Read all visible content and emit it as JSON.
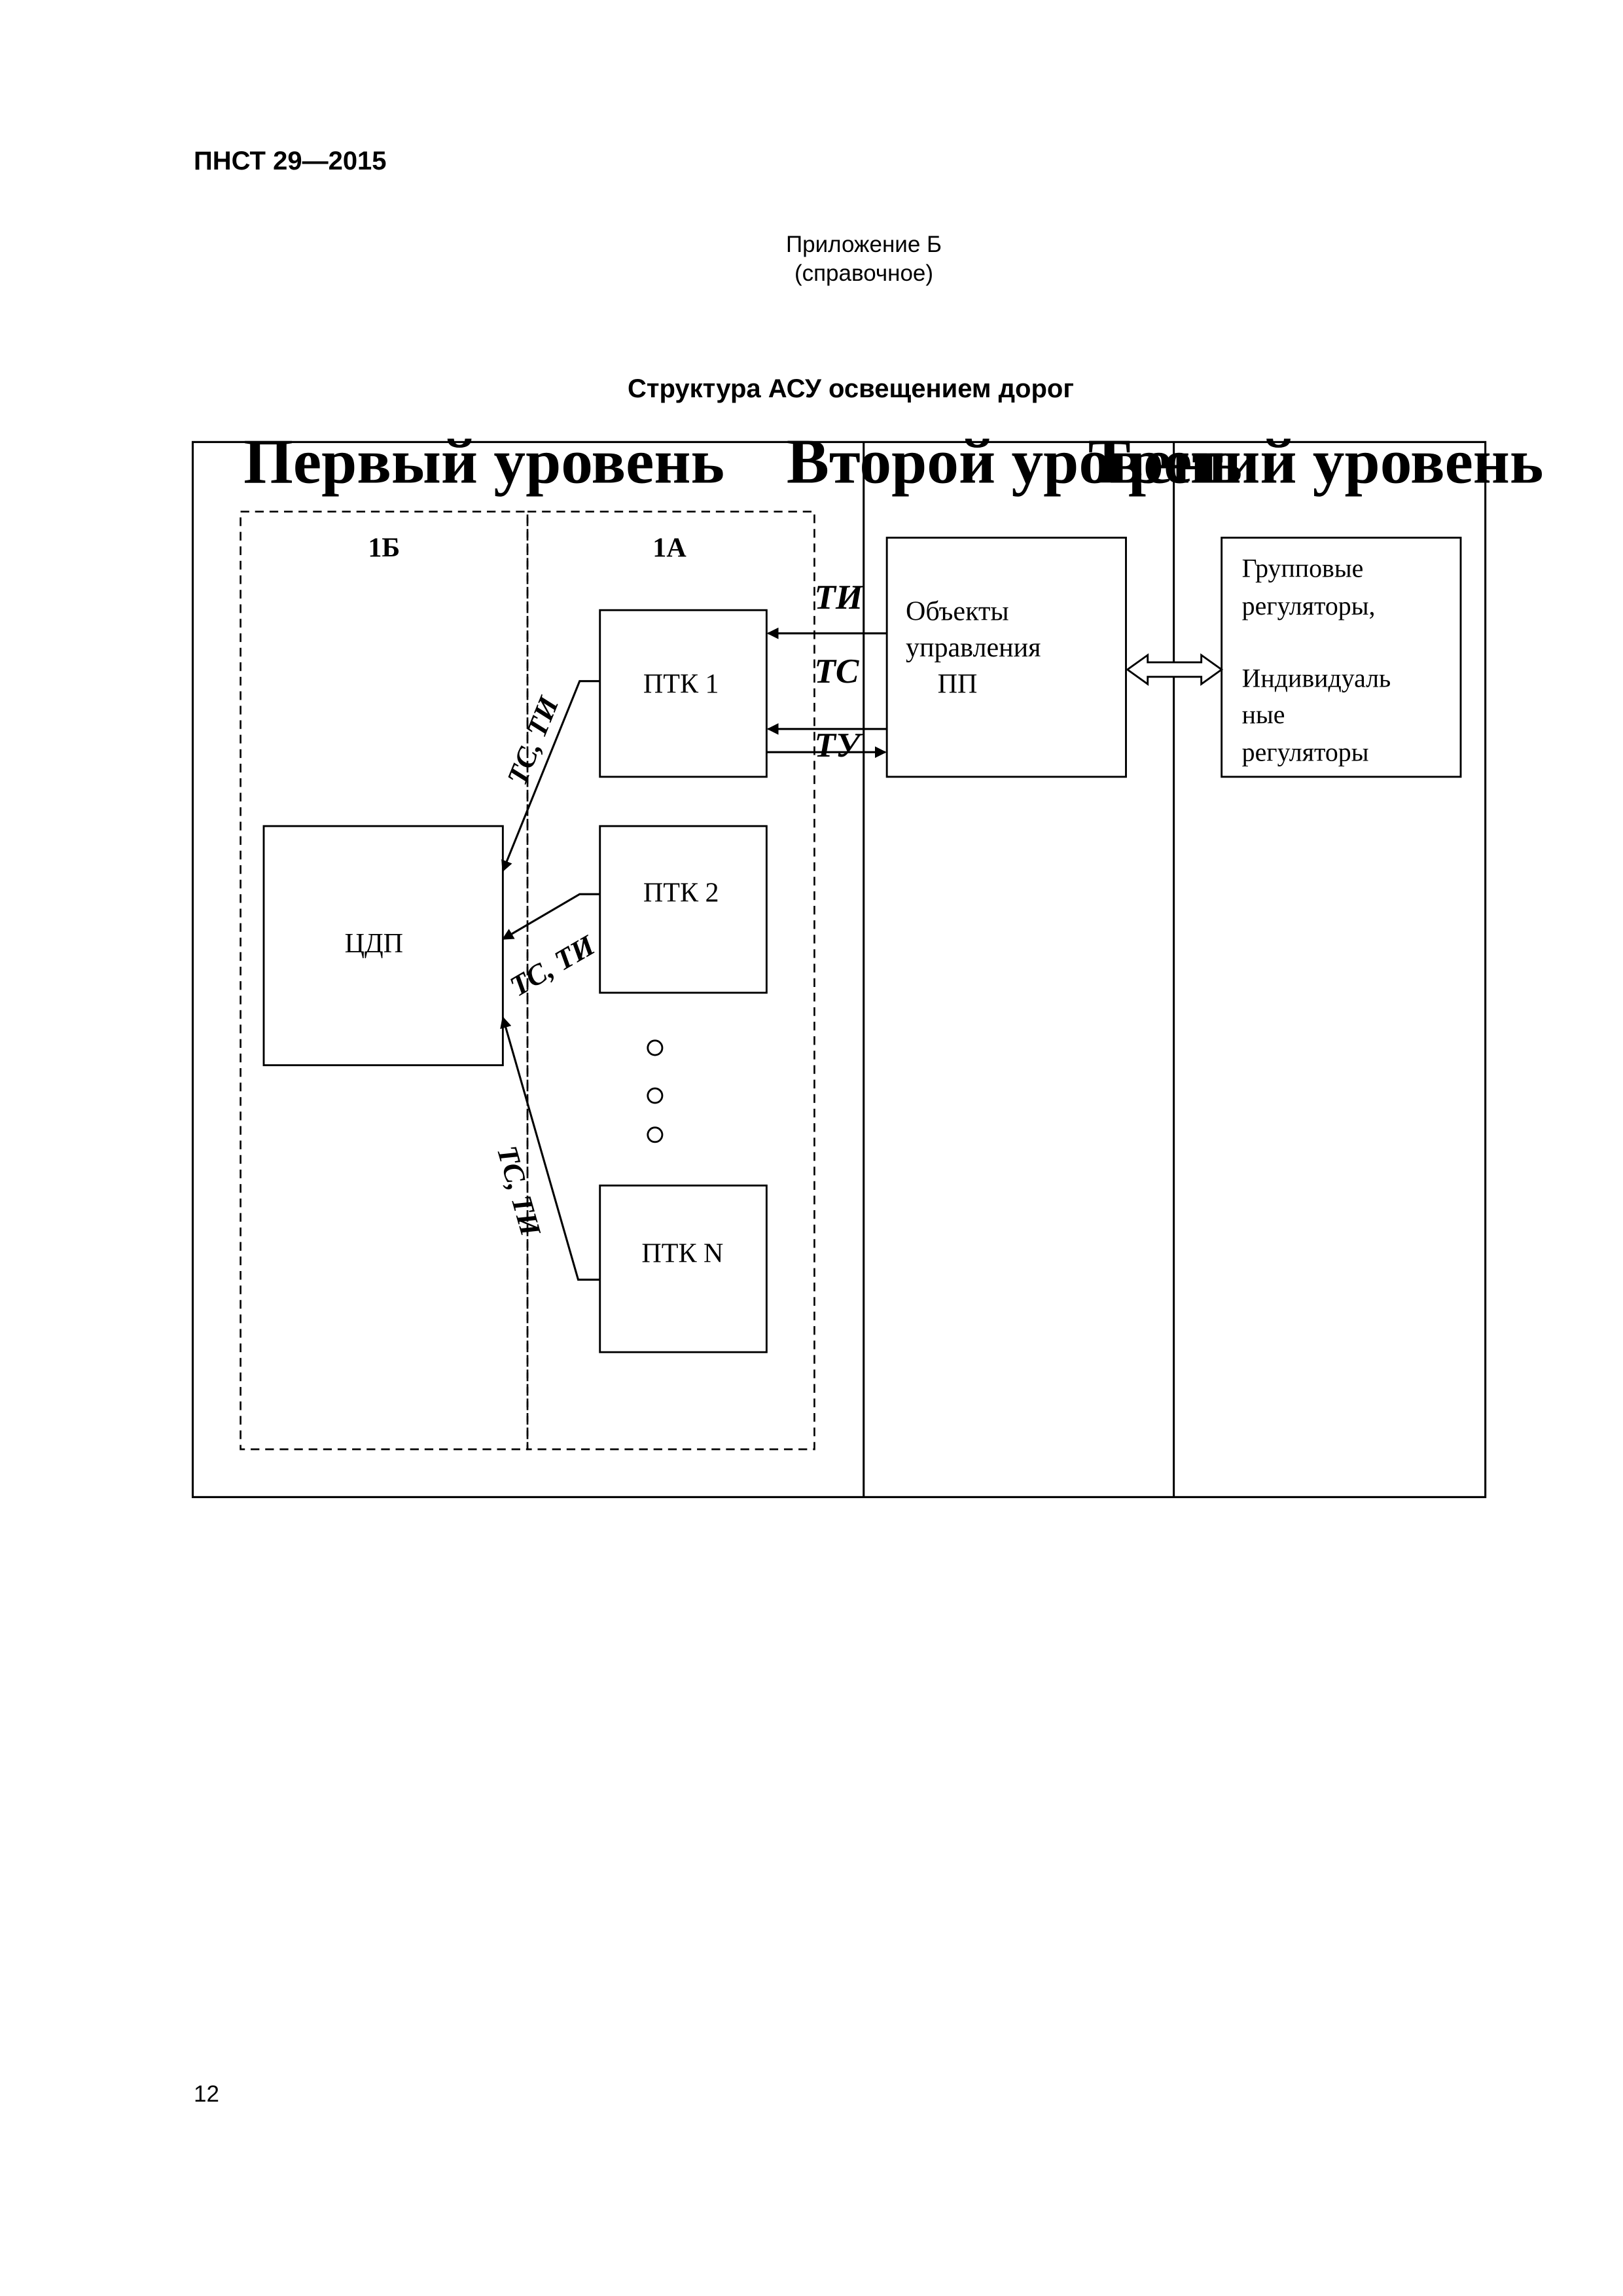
{
  "header": {
    "doc_code": "ПНСТ 29—2015"
  },
  "appendix": {
    "title": "Приложение Б",
    "subtitle": "(справочное)"
  },
  "figure": {
    "title": "Структура АСУ освещением дорог",
    "levels": {
      "first": "Первый уровень",
      "second": "Второй уровень",
      "third": "Третий уровень"
    },
    "subzones": {
      "b": "1Б",
      "a": "1А"
    },
    "nodes": {
      "cdp": "ЦДП",
      "ptk1": "ПТК 1",
      "ptk2": "ПТК 2",
      "ptkn": "ПТК N",
      "objects": [
        "Объекты",
        "управления",
        "ПП"
      ],
      "regulators": [
        "Групповые",
        "регуляторы,",
        "",
        "Индивидуаль",
        "ные",
        "регуляторы"
      ]
    },
    "signals": {
      "ti": "ТИ",
      "ts": "ТС",
      "tu": "ТУ",
      "ts_ti_1": "ТС, ТИ",
      "ts_ti_2": "ТС, ТИ",
      "ts_ti_n": "ТС, ТИ"
    }
  },
  "footer": {
    "page_number": "12"
  }
}
